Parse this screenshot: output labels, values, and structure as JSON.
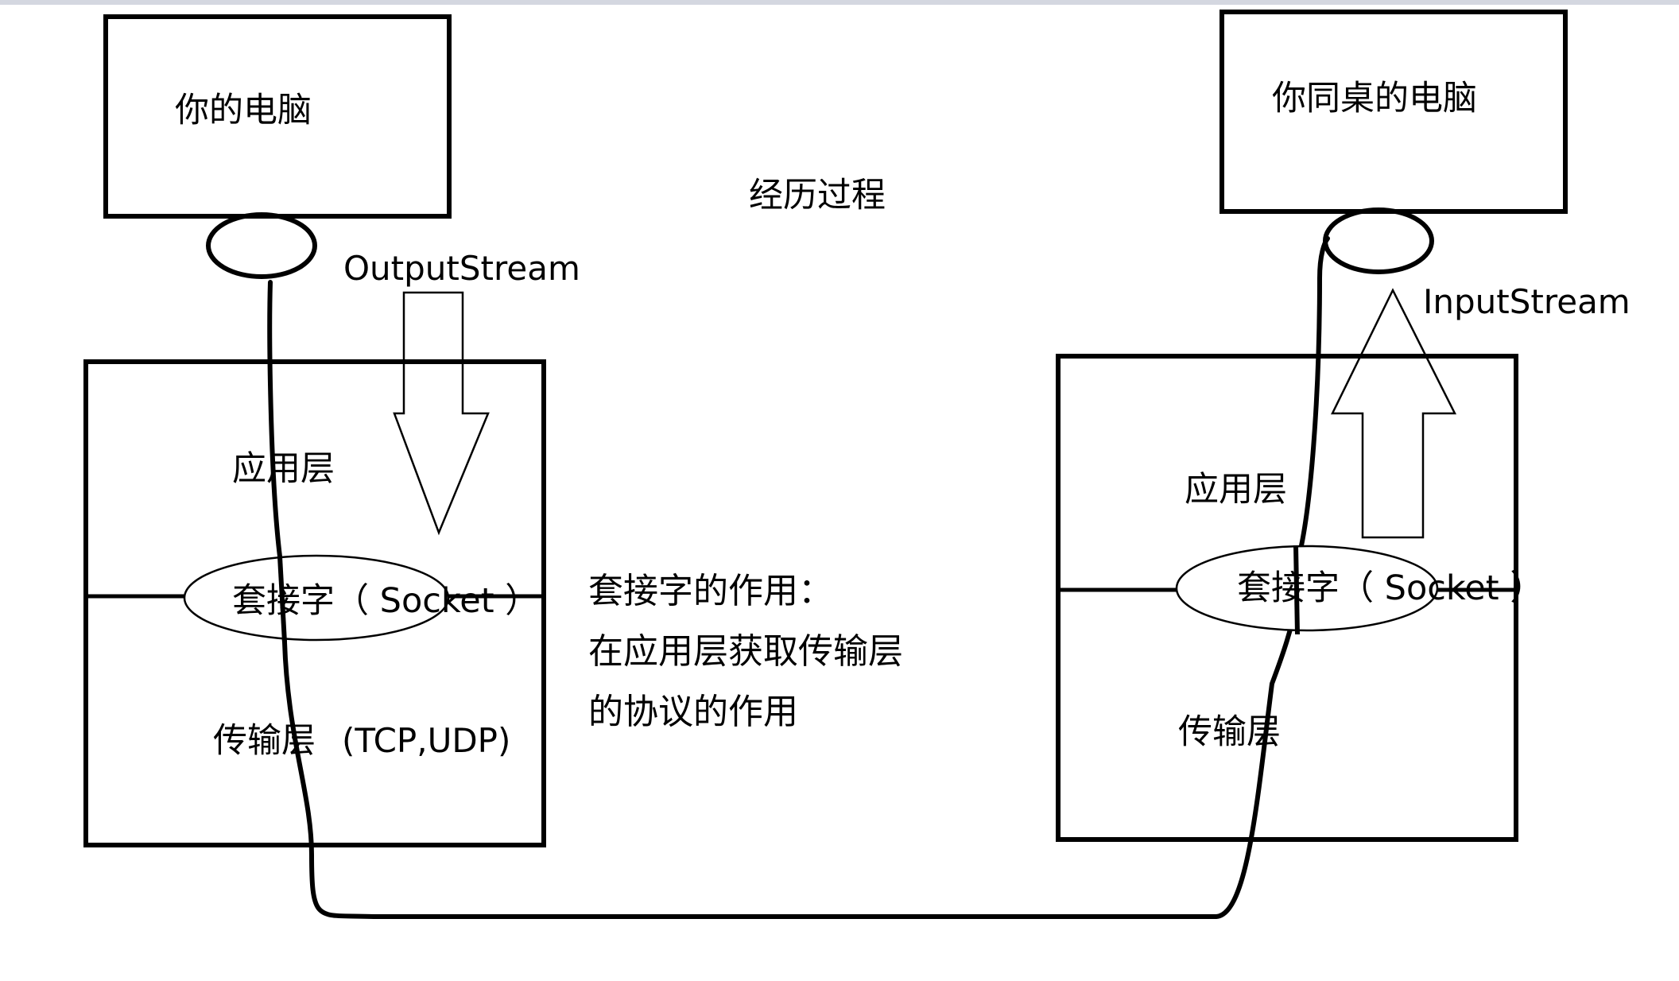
{
  "computer_left": {
    "label": "你的电脑"
  },
  "computer_right": {
    "label": "你同桌的电脑"
  },
  "title": "经历过程",
  "output_stream": "OutputStream",
  "input_stream": "InputStream",
  "left_stack": {
    "application_layer": "应用层",
    "socket": "套接字（ Socket ）",
    "transport_layer": "传输层",
    "protocols": "(TCP,UDP)"
  },
  "right_stack": {
    "application_layer": "应用层",
    "socket": "套接字（ Socket ）",
    "transport_layer": "传输层"
  },
  "note": {
    "line1": "套接字的作用：",
    "line2": "在应用层获取传输层",
    "line3": "的协议的作用"
  },
  "colors": {
    "ink": "#000000",
    "background": "#ffffff",
    "topbar": "#d4d7e0"
  }
}
